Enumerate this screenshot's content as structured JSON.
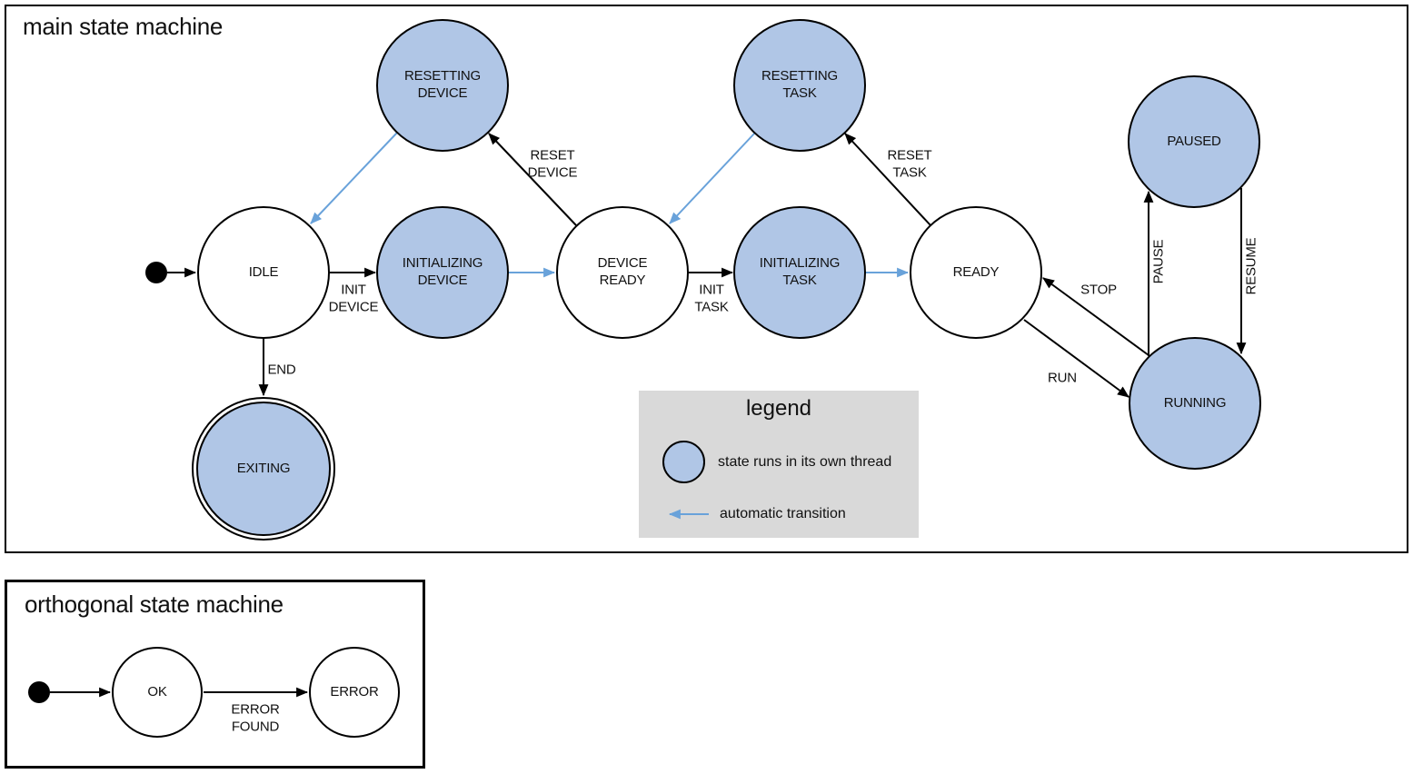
{
  "colors": {
    "threaded_state_fill": "#b0c6e6",
    "auto_transition_blue": "#69a2da",
    "legend_background": "#d9d9d9"
  },
  "main_panel": {
    "title": "main state machine",
    "states": {
      "idle": {
        "label": "IDLE"
      },
      "resetting_device": {
        "label": "RESETTING\nDEVICE"
      },
      "initializing_device": {
        "label": "INITIALIZING\nDEVICE"
      },
      "device_ready": {
        "label": "DEVICE\nREADY"
      },
      "resetting_task": {
        "label": "RESETTING\nTASK"
      },
      "initializing_task": {
        "label": "INITIALIZING\nTASK"
      },
      "ready": {
        "label": "READY"
      },
      "paused": {
        "label": "PAUSED"
      },
      "running": {
        "label": "RUNNING"
      },
      "exiting": {
        "label": "EXITING"
      }
    },
    "transitions": {
      "init_device": {
        "label": "INIT\nDEVICE"
      },
      "reset_device": {
        "label": "RESET\nDEVICE"
      },
      "init_task": {
        "label": "INIT\nTASK"
      },
      "reset_task": {
        "label": "RESET\nTASK"
      },
      "end": {
        "label": "END"
      },
      "stop": {
        "label": "STOP"
      },
      "run": {
        "label": "RUN"
      },
      "pause": {
        "label": "PAUSE"
      },
      "resume": {
        "label": "RESUME"
      }
    },
    "legend": {
      "title": "legend",
      "items": [
        {
          "icon": "threaded-state-circle",
          "label": "state runs in its own thread"
        },
        {
          "icon": "automatic-transition-arrow",
          "label": "automatic transition"
        }
      ]
    }
  },
  "orthogonal_panel": {
    "title": "orthogonal state machine",
    "states": {
      "ok": {
        "label": "OK"
      },
      "error": {
        "label": "ERROR"
      }
    },
    "transitions": {
      "error_found": {
        "label": "ERROR\nFOUND"
      }
    }
  }
}
